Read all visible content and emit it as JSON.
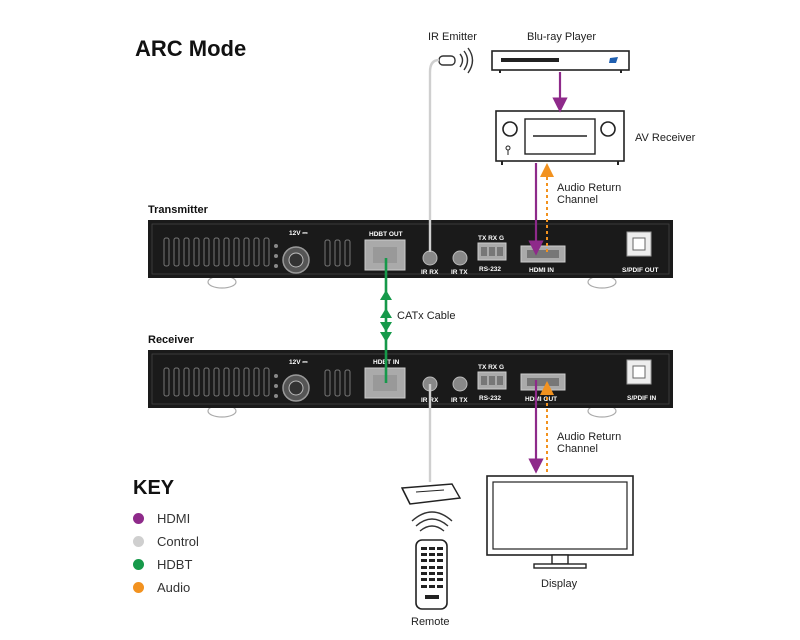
{
  "title": "ARC Mode",
  "labels": {
    "ir_emitter": "IR Emitter",
    "bluray": "Blu-ray Player",
    "av_receiver": "AV Receiver",
    "arc_top_line1": "Audio Return",
    "arc_top_line2": "Channel",
    "transmitter": "Transmitter",
    "receiver": "Receiver",
    "catx": "CATx Cable",
    "arc_bottom_line1": "Audio Return",
    "arc_bottom_line2": "Channel",
    "display": "Display",
    "remote": "Remote"
  },
  "ports": {
    "power": "12V ⎓",
    "hdbt_out": "HDBT OUT",
    "hdbt_in": "HDBT IN",
    "ir_rx": "IR RX",
    "ir_tx": "IR TX",
    "rs232_pins": "TX RX G",
    "rs232": "RS-232",
    "hdmi_in": "HDMI IN",
    "hdmi_out": "HDMI OUT",
    "spdif_out": "S/PDIF OUT",
    "spdif_in": "S/PDIF IN"
  },
  "key": {
    "title": "KEY",
    "items": [
      {
        "label": "HDMI",
        "color": "#8e2a8a"
      },
      {
        "label": "Control",
        "color": "#cfcfcf"
      },
      {
        "label": "HDBT",
        "color": "#16994a"
      },
      {
        "label": "Audio",
        "color": "#f2921f"
      }
    ]
  },
  "colors": {
    "hdmi": "#8e2a8a",
    "control": "#cfcfcf",
    "hdbt": "#16994a",
    "audio": "#f2921f",
    "chassis": "#1a1a1a"
  }
}
